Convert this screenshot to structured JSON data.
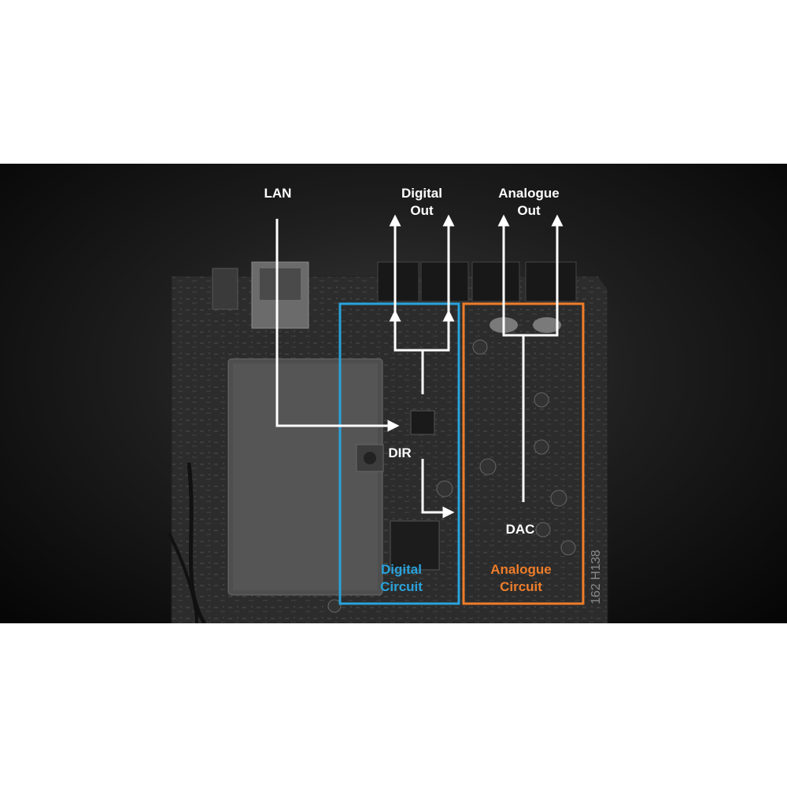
{
  "labels": {
    "lan": "LAN",
    "digital_out": [
      "Digital",
      "Out"
    ],
    "analogue_out": [
      "Analogue",
      "Out"
    ],
    "dir": "DIR",
    "dac": "DAC",
    "digital_circuit": [
      "Digital",
      "Circuit"
    ],
    "analogue_circuit": [
      "Analogue",
      "Circuit"
    ],
    "board_marking": "162 H138"
  },
  "colors": {
    "digital_box": "#29a3dc",
    "analogue_box": "#ee7d2a",
    "arrows": "#ffffff"
  }
}
